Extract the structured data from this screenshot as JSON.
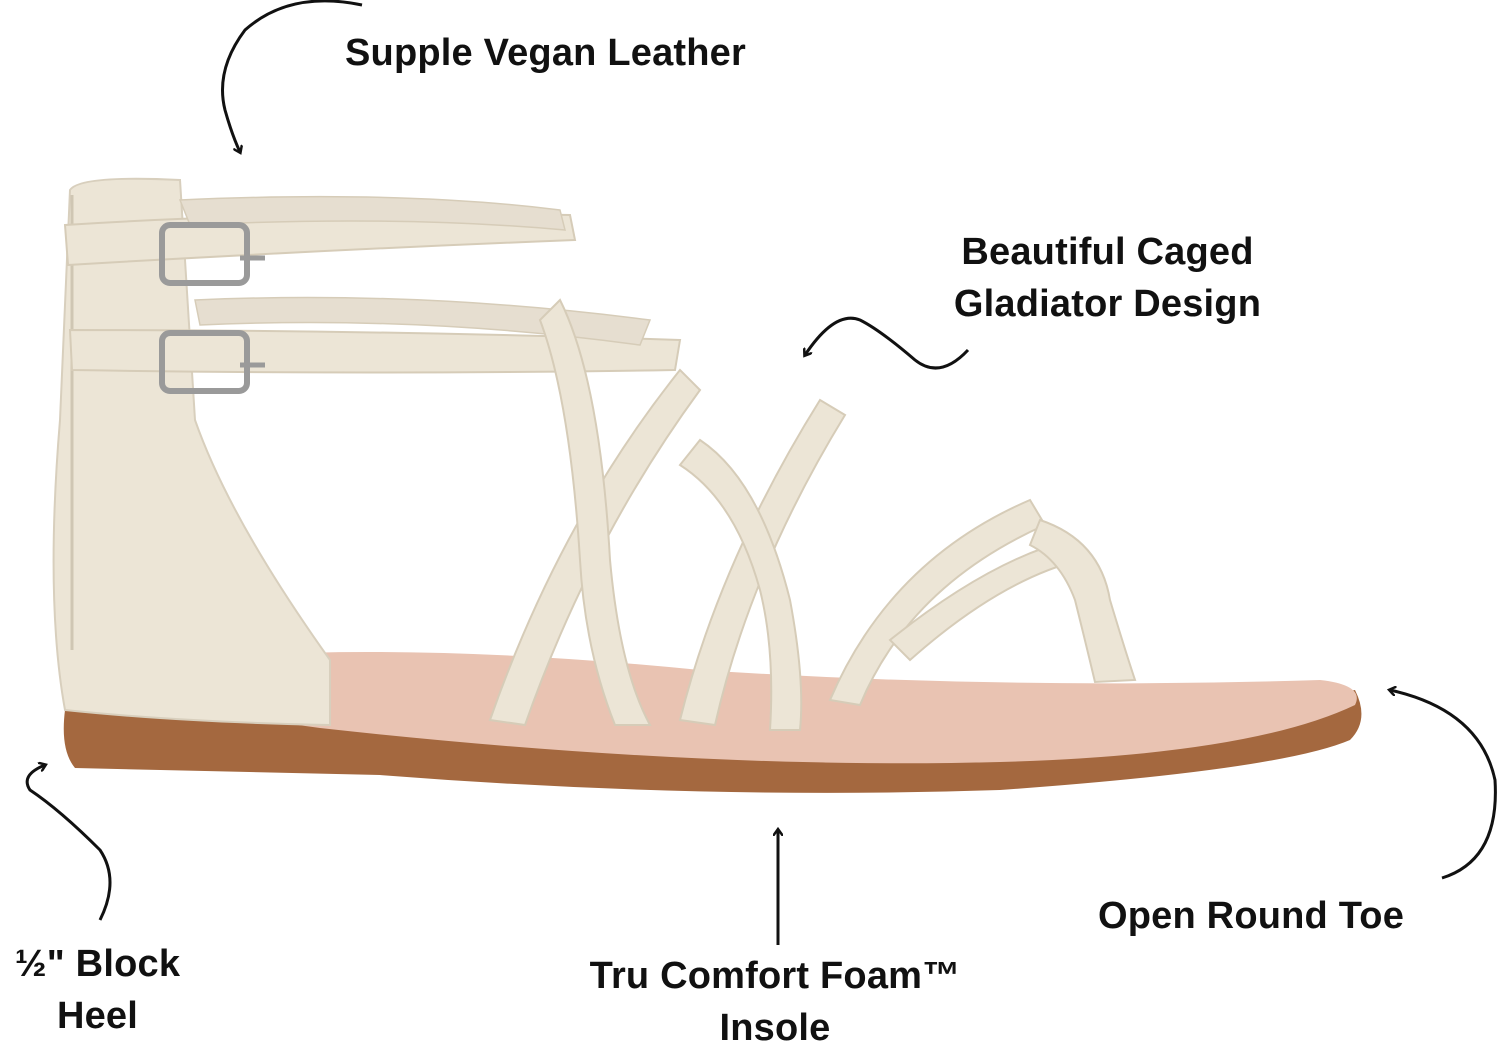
{
  "callouts": {
    "leather": "Supple Vegan Leather",
    "design_line1": "Beautiful Caged",
    "design_line2": "Gladiator Design",
    "heel_line1": "½\" Block",
    "heel_line2": "Heel",
    "insole_line1": "Tru Comfort Foam™",
    "insole_line2": "Insole",
    "toe": "Open Round Toe"
  },
  "colors": {
    "background": "#ffffff",
    "text": "#111111",
    "strap": "#ece5d6",
    "footbed": "#e9c3b2",
    "sole": "#a4683f",
    "buckle": "#9a9a9a"
  }
}
